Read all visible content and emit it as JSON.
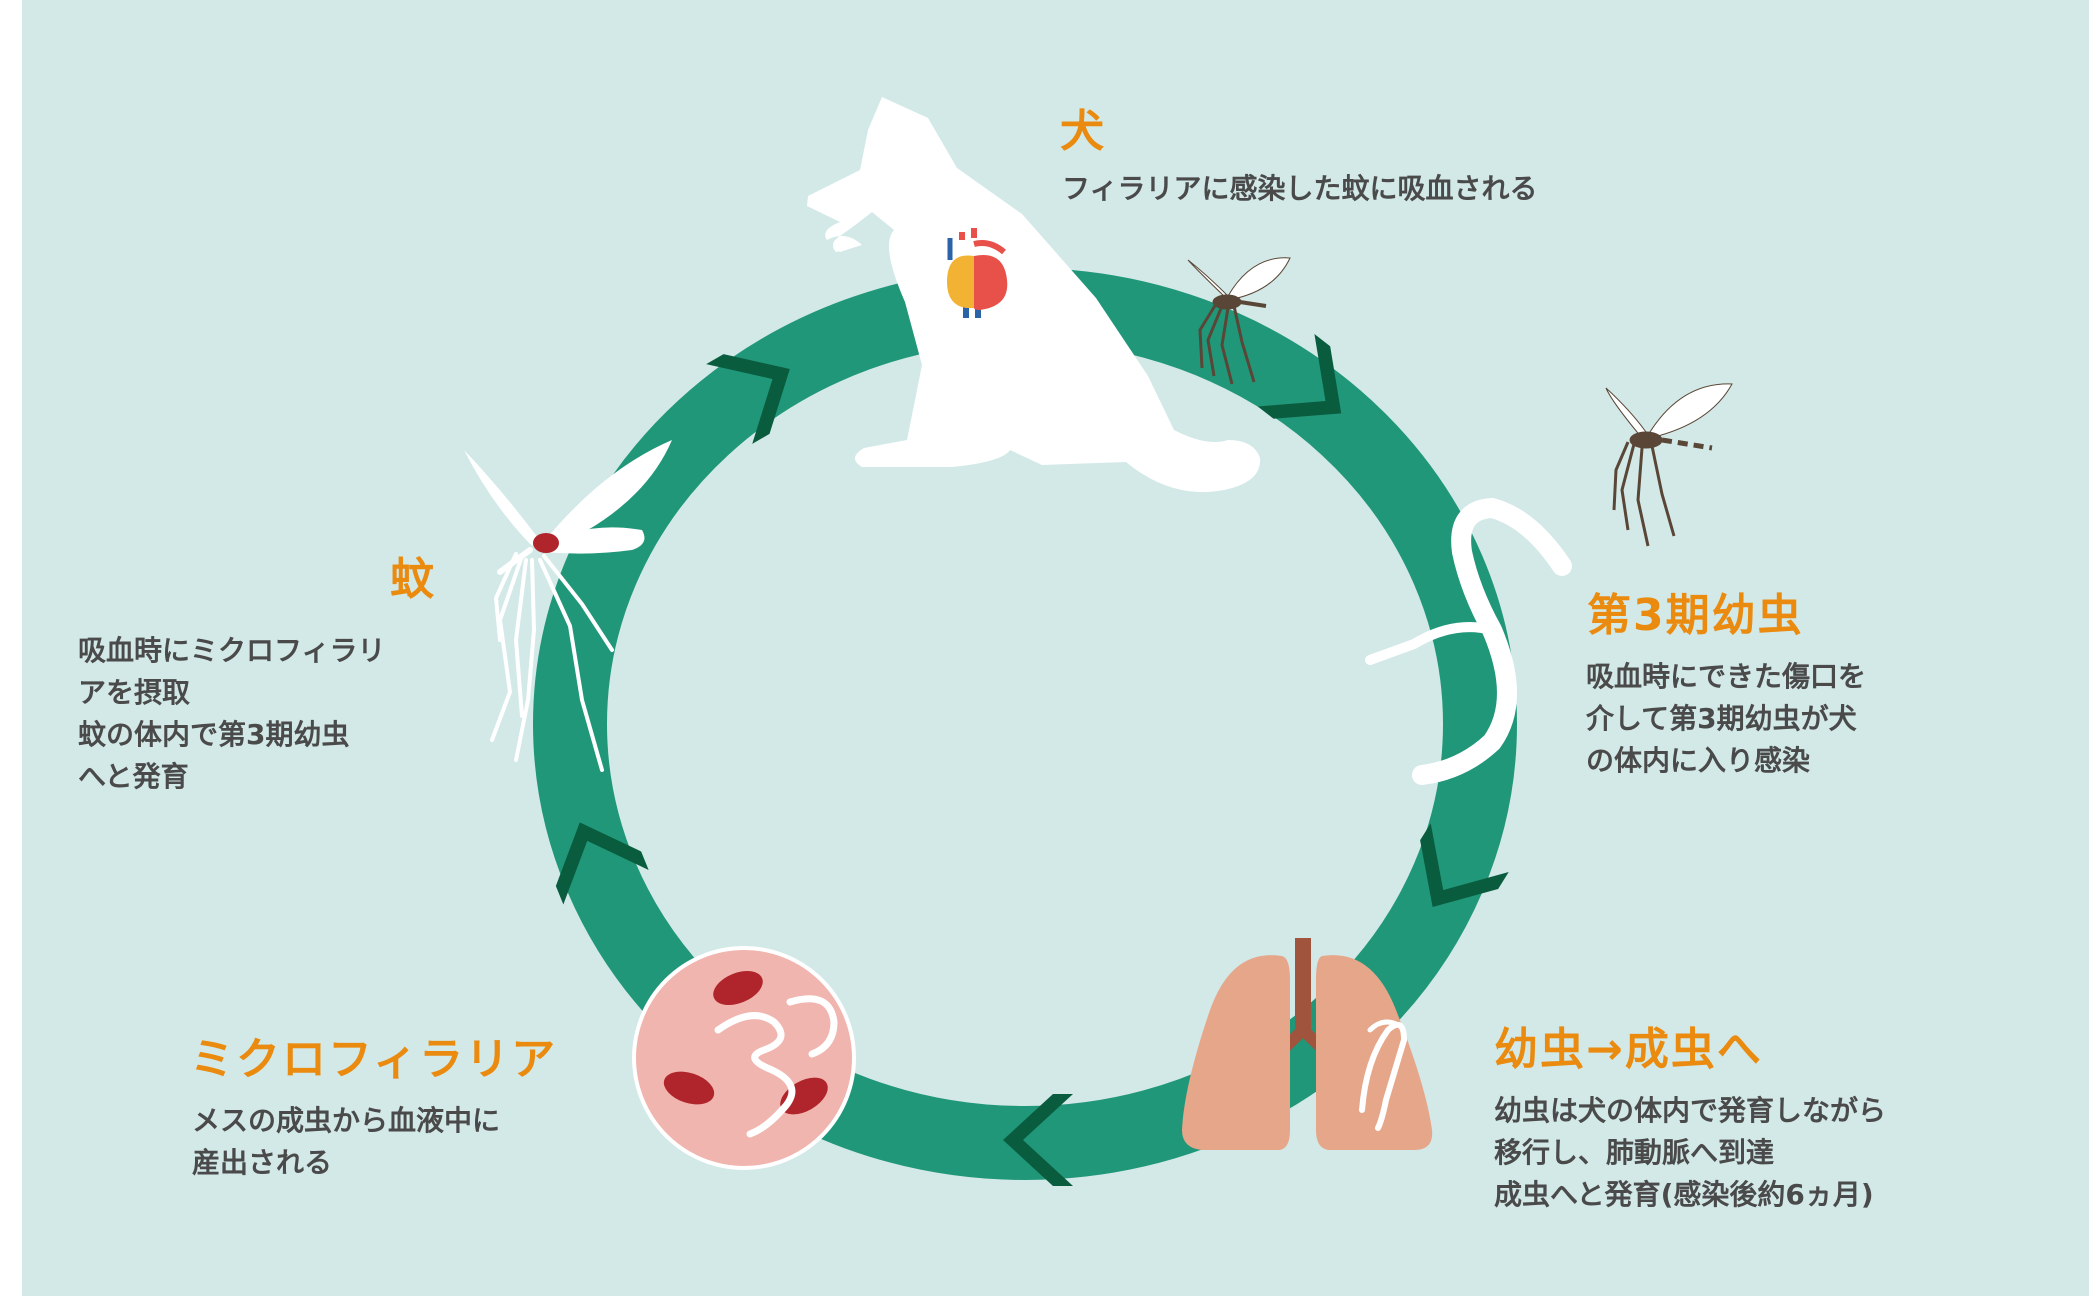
{
  "colors": {
    "background": "#d2e9e8",
    "ring": "#21977a",
    "chevron": "#0a5c3e",
    "title": "#ea8a0f",
    "text": "#4a4a4a",
    "blood_cell": "#b0242b",
    "lung": "#e6a68a",
    "trachea": "#a0533d",
    "heart_red": "#e8504a",
    "heart_yellow": "#f2b233",
    "vessel_blue": "#2a63a8",
    "mosquito_body": "#5a4636"
  },
  "stages": {
    "dog": {
      "title": "犬",
      "description": [
        "フィラリアに感染した蚊に吸血される"
      ],
      "icon": "dog-with-heart-icon"
    },
    "larva_l3": {
      "title": "第3期幼虫",
      "description": [
        "吸血時にできた傷口を",
        "介して第3期幼虫が犬",
        "の体内に入り感染"
      ],
      "icon": "larva-worm-icon"
    },
    "adult": {
      "title": "幼虫→成虫へ",
      "description": [
        "幼虫は犬の体内で発育しながら",
        "移行し、肺動脈へ到達",
        "成虫へと発育(感染後約6ヵ月)"
      ],
      "icon": "lungs-icon"
    },
    "microfilaria": {
      "title": "ミクロフィラリア",
      "description": [
        "メスの成虫から血液中に",
        "産出される"
      ],
      "icon": "blood-sample-icon"
    },
    "mosquito": {
      "title": "蚊",
      "description": [
        "吸血時にミクロフィラリ",
        "アを摂取",
        "蚊の体内で第3期幼虫",
        "へと発育"
      ],
      "icon": "mosquito-icon"
    }
  }
}
